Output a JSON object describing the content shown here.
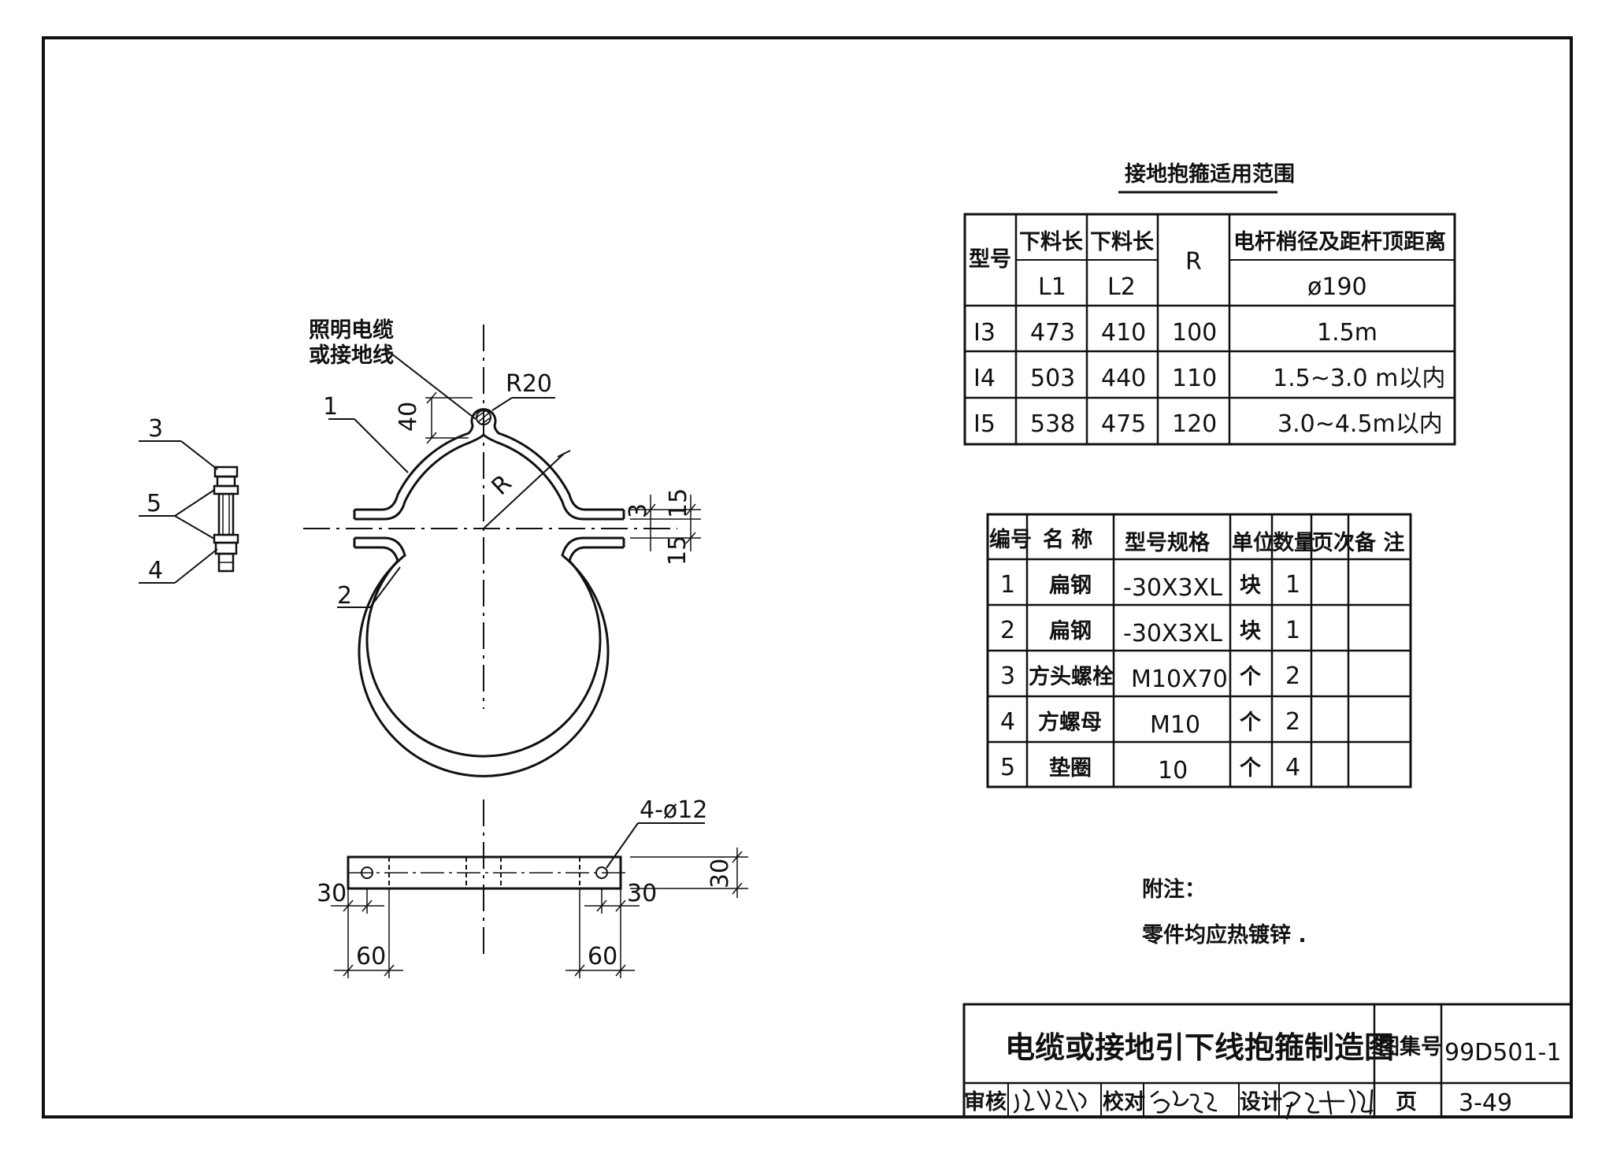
{
  "drawing": {
    "part_labels": {
      "p1": "1",
      "p2": "2",
      "p3": "3",
      "p4": "4",
      "p5": "5"
    },
    "cable_note": [
      "照明电缆",
      "或接地线"
    ],
    "dims": {
      "r20": "R20",
      "h40": "40",
      "r": "R",
      "gap3": "3",
      "dim15a": "15",
      "dim15b": "15",
      "hole": "4-ø12",
      "w30": "30",
      "e30l": "30",
      "e30r": "30",
      "c60l": "60",
      "c60r": "60"
    }
  },
  "scope_table": {
    "title": "接地抱箍适用范围",
    "head": {
      "model": "型号",
      "l1_a": "下料长",
      "l1_b": "L1",
      "l2_a": "下料长",
      "l2_b": "L2",
      "r": "R",
      "dist": "电杆梢径及距杆顶距离",
      "dia": "ø190"
    },
    "rows": [
      {
        "model": "Ⅰ3",
        "l1": "473",
        "l2": "410",
        "r": "100",
        "dist": "1.5m"
      },
      {
        "model": "Ⅰ4",
        "l1": "503",
        "l2": "440",
        "r": "110",
        "dist": "1.5~3.0 m以内"
      },
      {
        "model": "Ⅰ5",
        "l1": "538",
        "l2": "475",
        "r": "120",
        "dist": "3.0~4.5m以内"
      }
    ]
  },
  "parts_table": {
    "head": {
      "no": "编号",
      "name": "名 称",
      "spec": "型号规格",
      "unit": "单位",
      "qty": "数量",
      "page": "页次",
      "note": "备 注"
    },
    "rows": [
      {
        "no": "1",
        "name": "扁钢",
        "spec": "-30X3XL",
        "unit": "块",
        "qty": "1"
      },
      {
        "no": "2",
        "name": "扁钢",
        "spec": "-30X3XL",
        "unit": "块",
        "qty": "1"
      },
      {
        "no": "3",
        "name": "方头螺栓",
        "spec": "M10X70",
        "unit": "个",
        "qty": "2"
      },
      {
        "no": "4",
        "name": "方螺母",
        "spec": "M10",
        "unit": "个",
        "qty": "2"
      },
      {
        "no": "5",
        "name": "垫圈",
        "spec": "10",
        "unit": "个",
        "qty": "4"
      }
    ]
  },
  "notes": {
    "title": "附注：",
    "line1": "零件均应热镀锌 ."
  },
  "title_block": {
    "title": "电缆或接地引下线抱箍制造图",
    "atlas_label": "图集号",
    "atlas_no": "99D501-1",
    "review": "审核",
    "check": "校对",
    "design": "设计",
    "page_label": "页",
    "page_no": "3-49"
  }
}
